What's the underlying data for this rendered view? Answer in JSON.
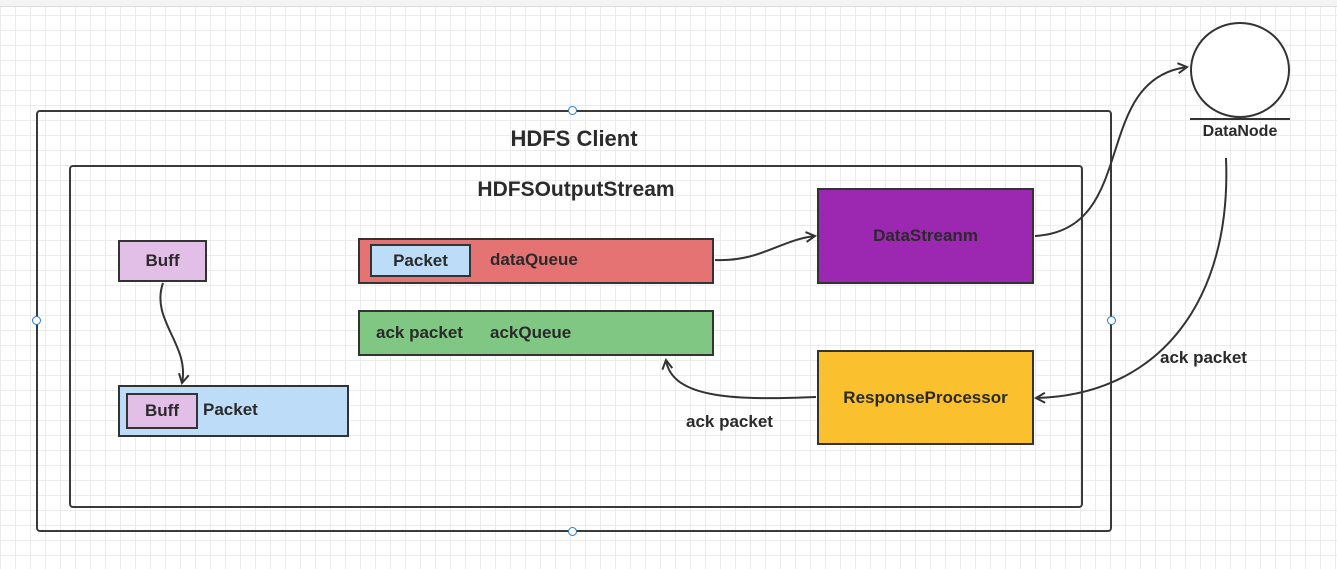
{
  "diagram": {
    "client_title": "HDFS Client",
    "stream_title": "HDFSOutputStream",
    "nodes": {
      "buff": "Buff",
      "packet_box_buff": "Buff",
      "packet_box_label": "Packet",
      "data_queue_packet": "Packet",
      "data_queue_label": "dataQueue",
      "ack_queue_packet": "ack packet",
      "ack_queue_label": "ackQueue",
      "data_streamer": "DataStreanm",
      "response_processor": "ResponseProcessor",
      "datanode": "DataNode"
    },
    "edge_labels": {
      "datanode_to_processor": "ack packet",
      "processor_to_ackqueue": "ack packet"
    },
    "colors": {
      "buff": "#e2bfe6",
      "packet": "#bcdcf8",
      "data_queue": "#e57373",
      "ack_queue": "#81c784",
      "data_streamer": "#9c27b0",
      "response_processor": "#fbc02d",
      "selection_handle": "#2a7ad1"
    }
  }
}
